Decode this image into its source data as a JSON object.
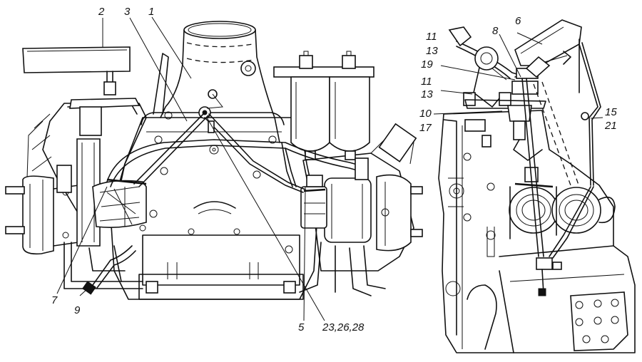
{
  "labels": {
    "l2": "2",
    "l3": "3",
    "l1": "1",
    "l7": "7",
    "l9": "9",
    "l5": "5",
    "l23": "23,26,28",
    "l11a": "11",
    "l13a": "13",
    "l8": "8",
    "l6": "6",
    "l19": "19",
    "l11b": "11",
    "l13b": "13",
    "l10": "10",
    "l17": "17",
    "l15": "15",
    "l21": "21"
  }
}
